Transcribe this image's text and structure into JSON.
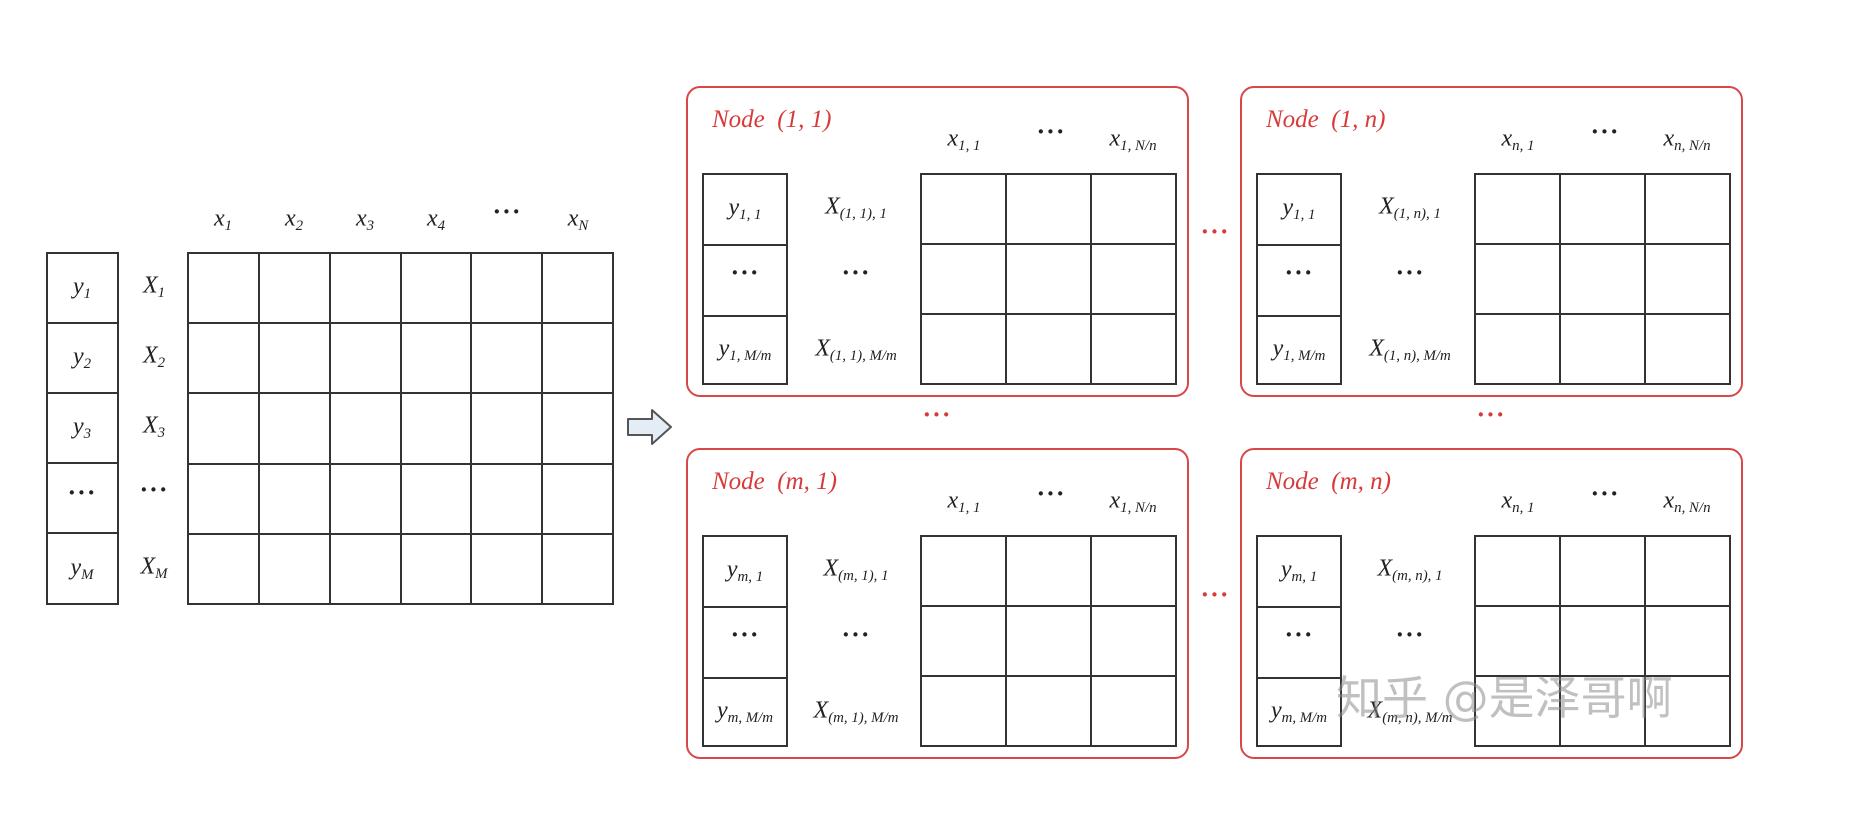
{
  "left_panel": {
    "col_headers": [
      "x",
      "x",
      "x",
      "x",
      "···",
      "x"
    ],
    "col_subs": [
      "1",
      "2",
      "3",
      "4",
      "",
      "N"
    ],
    "y_labels": [
      "y",
      "y",
      "y",
      "···",
      "y"
    ],
    "y_subs": [
      "1",
      "2",
      "3",
      "",
      "M"
    ],
    "x_row_labels": [
      "X",
      "X",
      "X",
      "···",
      "X"
    ],
    "x_row_subs": [
      "1",
      "2",
      "3",
      "",
      "M"
    ]
  },
  "arrow": "⇨",
  "nodes": [
    {
      "title": "Node  (1, 1)",
      "col_first": "x",
      "col_first_sub": "1, 1",
      "col_dots": "···",
      "col_last": "x",
      "col_last_sub": "1, N/n",
      "y_top": "y",
      "y_top_sub": "1, 1",
      "y_dots": "···",
      "y_bottom": "y",
      "y_bottom_sub": "1, M/m",
      "x_top": "X",
      "x_top_sub": "(1, 1), 1",
      "x_dots": "···",
      "x_bottom": "X",
      "x_bottom_sub": "(1, 1), M/m"
    },
    {
      "title": "Node  (1, n)",
      "col_first": "x",
      "col_first_sub": "n, 1",
      "col_dots": "···",
      "col_last": "x",
      "col_last_sub": "n, N/n",
      "y_top": "y",
      "y_top_sub": "1, 1",
      "y_dots": "···",
      "y_bottom": "y",
      "y_bottom_sub": "1, M/m",
      "x_top": "X",
      "x_top_sub": "(1, n), 1",
      "x_dots": "···",
      "x_bottom": "X",
      "x_bottom_sub": "(1, n), M/m"
    },
    {
      "title": "Node  (m, 1)",
      "col_first": "x",
      "col_first_sub": "1, 1",
      "col_dots": "···",
      "col_last": "x",
      "col_last_sub": "1, N/n",
      "y_top": "y",
      "y_top_sub": "m, 1",
      "y_dots": "···",
      "y_bottom": "y",
      "y_bottom_sub": "m, M/m",
      "x_top": "X",
      "x_top_sub": "(m, 1), 1",
      "x_dots": "···",
      "x_bottom": "X",
      "x_bottom_sub": "(m, 1), M/m"
    },
    {
      "title": "Node  (m, n)",
      "col_first": "x",
      "col_first_sub": "n, 1",
      "col_dots": "···",
      "col_last": "x",
      "col_last_sub": "n, N/n",
      "y_top": "y",
      "y_top_sub": "m, 1",
      "y_dots": "···",
      "y_bottom": "y",
      "y_bottom_sub": "m, M/m",
      "x_top": "X",
      "x_top_sub": "(m, n), 1",
      "x_dots": "···",
      "x_bottom": "X",
      "x_bottom_sub": "(m, n), M/m"
    }
  ],
  "between_dots": {
    "row1_horizontal": "···",
    "row2_horizontal": "···",
    "col1_vertical": "···",
    "col2_vertical": "···"
  },
  "watermark": "知乎 @是泽哥啊",
  "colors": {
    "node_border": "#d84848",
    "node_title": "#d83a3a",
    "grid_line": "#333333"
  }
}
